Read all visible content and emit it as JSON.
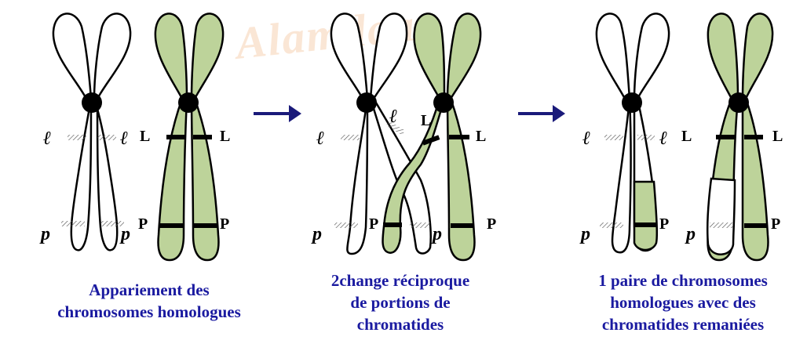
{
  "watermark": "Alamdaa",
  "colors": {
    "chromatid_fill": "#bdd39a",
    "caption": "#1a1aa0",
    "arrow": "#1a1a7a"
  },
  "allele_labels": {
    "lower_l": "ℓ",
    "upper_L": "L",
    "lower_p": "p",
    "upper_P": "P"
  },
  "panels": [
    {
      "caption_lines": [
        "Appariement des",
        "chromosomes homologues"
      ]
    },
    {
      "caption_lines": [
        "2change réciproque",
        "de portions de",
        "chromatides"
      ]
    },
    {
      "caption_lines": [
        "1 paire de chromosomes",
        "homologues avec des",
        "chromatides remaniées"
      ]
    }
  ]
}
